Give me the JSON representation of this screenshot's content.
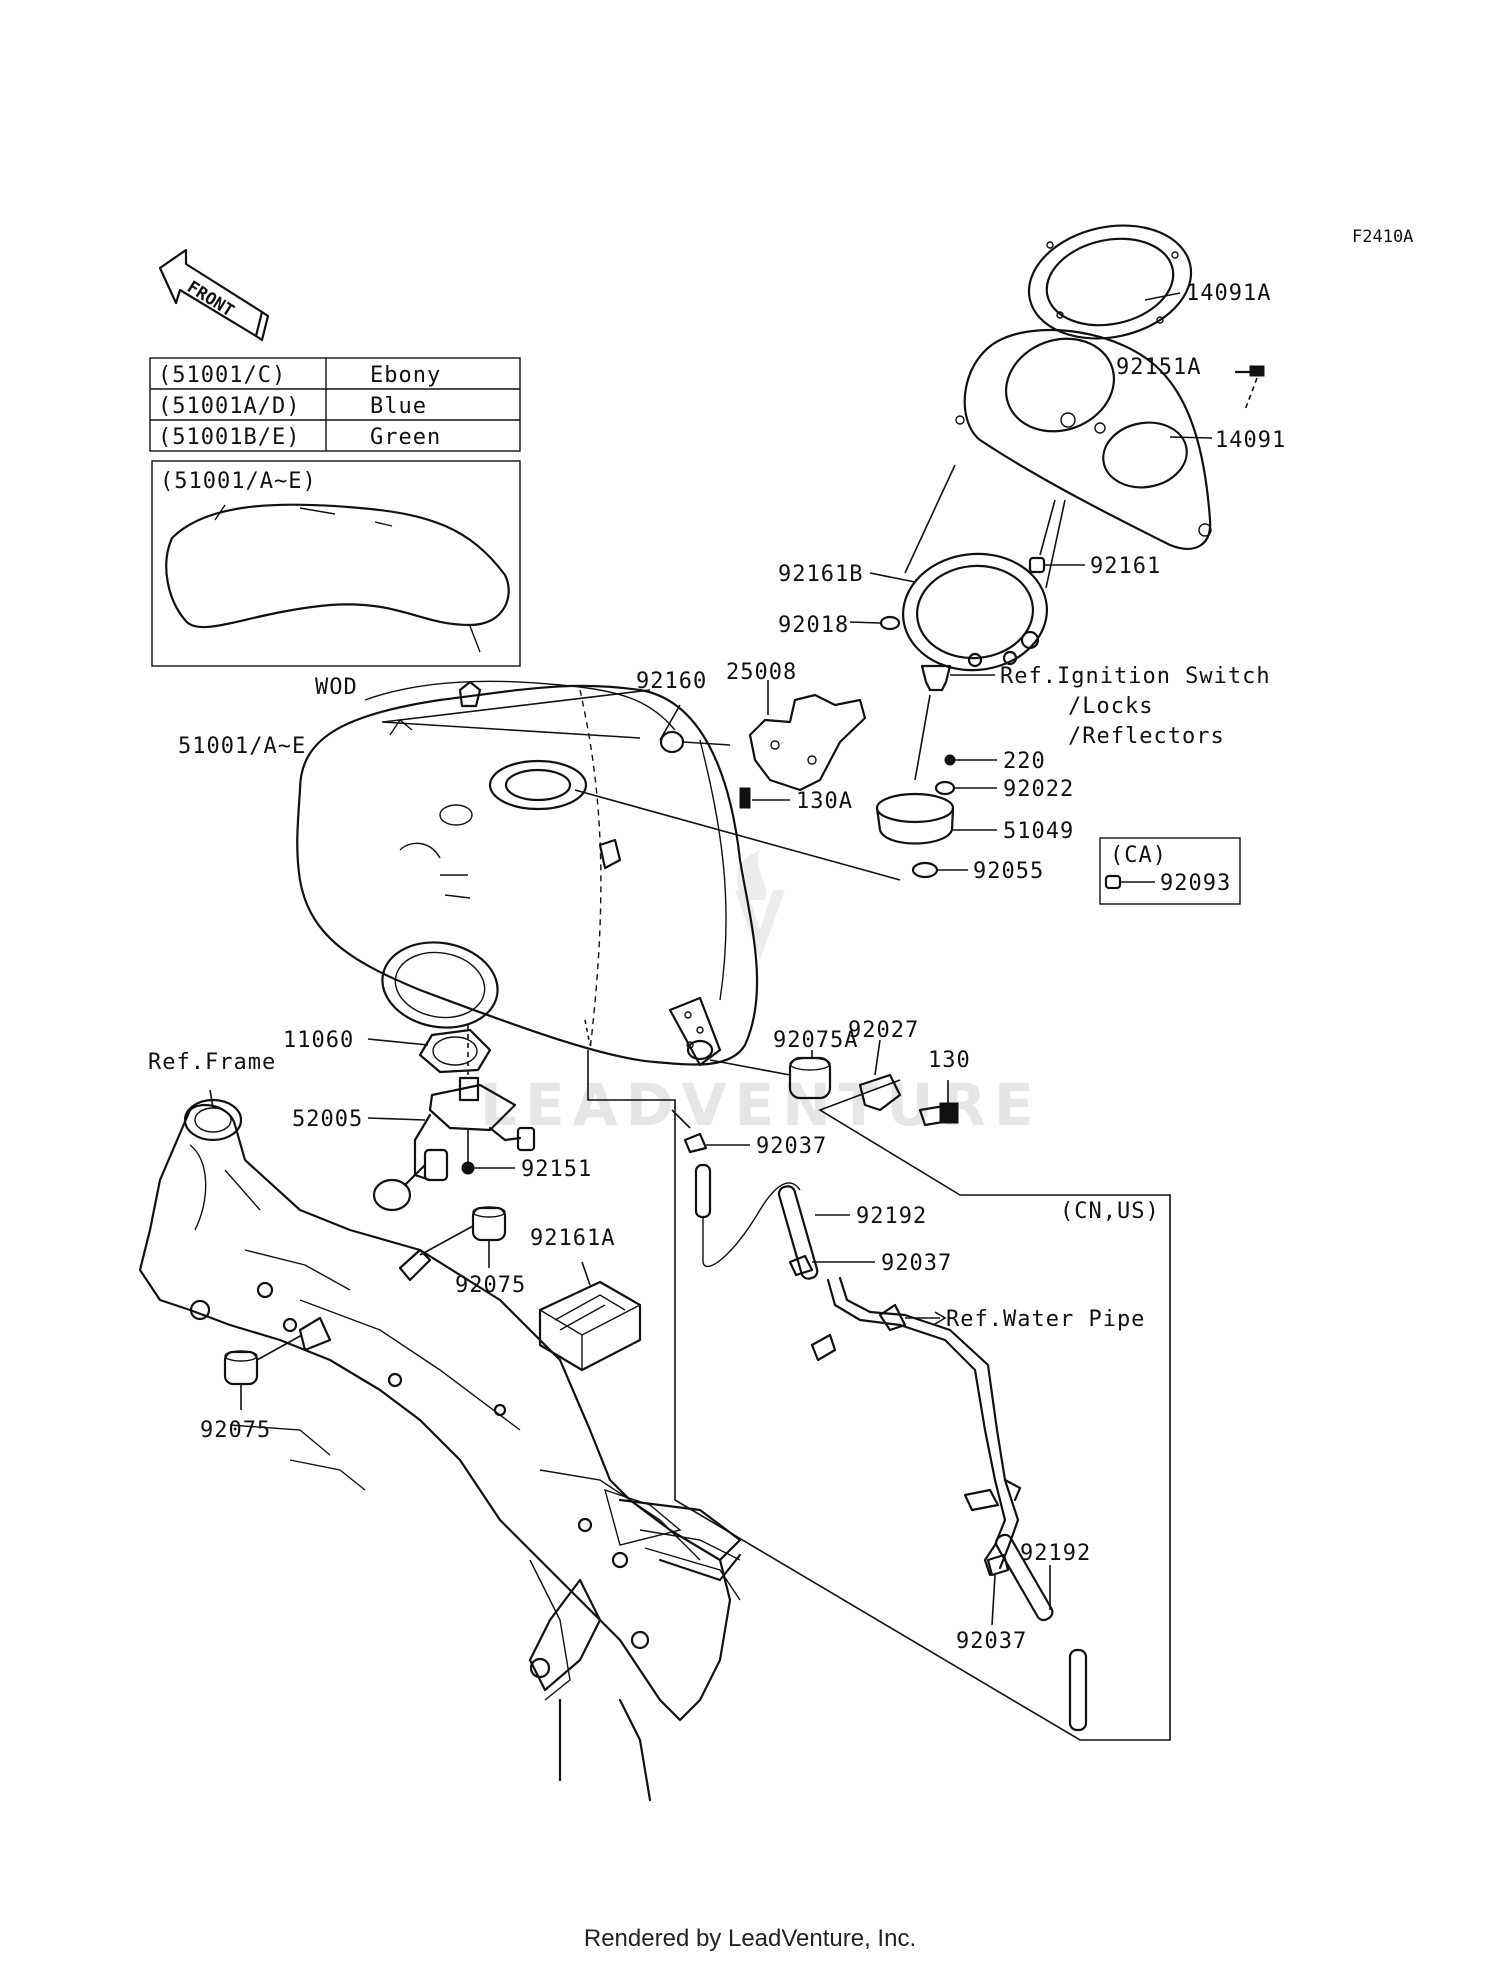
{
  "diagram_code": "F2410A",
  "front_arrow_label": "FRONT",
  "color_table": {
    "rows": [
      {
        "code": "(51001/C)",
        "color": "Ebony"
      },
      {
        "code": "(51001A/D)",
        "color": "Blue"
      },
      {
        "code": "(51001B/E)",
        "color": "Green"
      }
    ]
  },
  "decal_box": {
    "title": "(51001/A~E)",
    "caption": "WOD"
  },
  "region_labels": {
    "ca": "(CA)",
    "cn_us": "(CN,US)"
  },
  "parts": {
    "p14091A": "14091A",
    "p92151A": "92151A",
    "p14091": "14091",
    "p92161": "92161",
    "p92161B": "92161B",
    "p92018": "92018",
    "ref_ignition_1": "Ref.Ignition Switch",
    "ref_ignition_2": "/Locks",
    "ref_ignition_3": "/Reflectors",
    "p92160": "92160",
    "p25008": "25008",
    "p51001": "51001/A~E",
    "p130A": "130A",
    "p220": "220",
    "p92022": "92022",
    "p51049": "51049",
    "p92055": "92055",
    "p92093": "92093",
    "p92075A": "92075A",
    "p92027": "92027",
    "p130": "130",
    "p11060": "11060",
    "ref_frame": "Ref.Frame",
    "p52005": "52005",
    "p92151": "92151",
    "p92037_a": "92037",
    "p92192_a": "92192",
    "p92037_b": "92037",
    "ref_water_pipe": "Ref.Water Pipe",
    "p92161A": "92161A",
    "p92075_a": "92075",
    "p92075_b": "92075",
    "p92192_b": "92192",
    "p92037_c": "92037"
  },
  "watermark": "LEADVENTURE",
  "footer": "Rendered by LeadVenture, Inc."
}
